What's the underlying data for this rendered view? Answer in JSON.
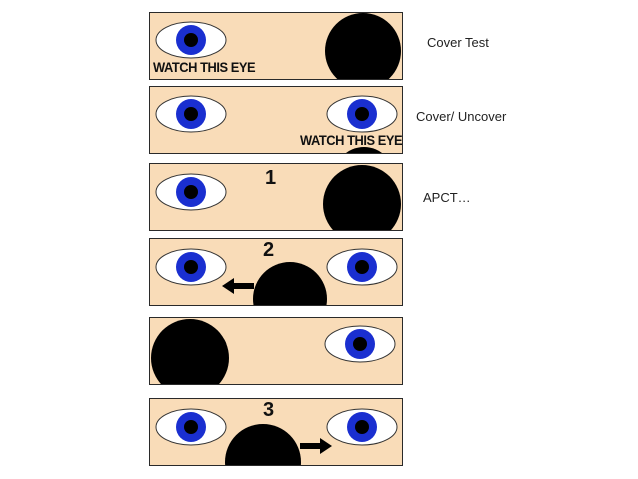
{
  "labels": {
    "cover_test": "Cover Test",
    "cover_uncover": "Cover/ Uncover",
    "apct": "APCT…"
  },
  "panels": {
    "p1": {
      "watch_text": "WATCH THIS EYE"
    },
    "p2": {
      "watch_text": "WATCH THIS EYE"
    },
    "p3": {
      "step": "1"
    },
    "p4": {
      "step": "2"
    },
    "p6": {
      "step": "3"
    }
  },
  "colors": {
    "panel_bg": "#f9dcb8",
    "iris": "#1a2fd0",
    "pupil": "#000000",
    "occluder": "#000000"
  }
}
